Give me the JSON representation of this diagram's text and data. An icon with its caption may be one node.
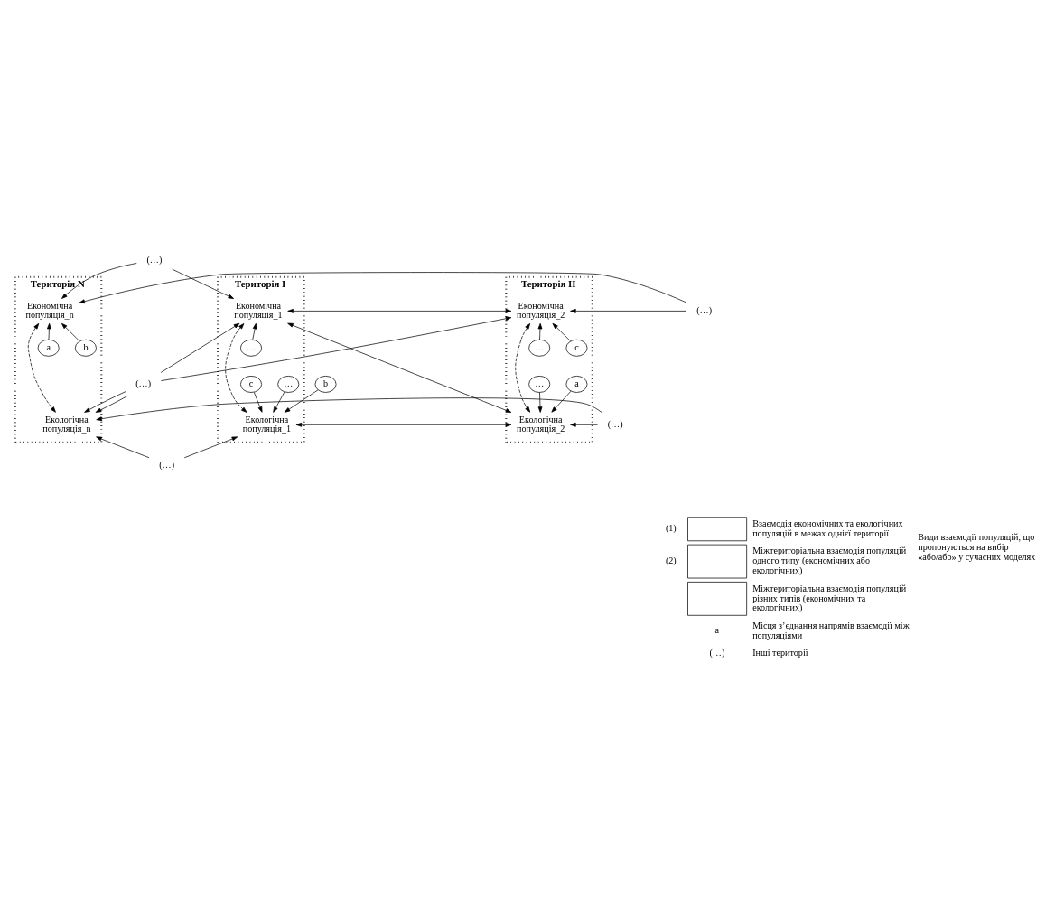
{
  "diagram": {
    "nodes": [
      {
        "text": [
          "Територія I"
        ]
      },
      {
        "text": [
          "Економічна популяція_1"
        ],
        "in": 0
      },
      {
        "text": [
          "Екологічна популяція_1"
        ],
        "in": 0
      },
      {
        "text": [
          "Територія II"
        ]
      },
      {
        "text": [
          "Економічна популяція_2"
        ],
        "in": 3
      },
      {
        "text": [
          "Екологічна популяція_2"
        ],
        "in": 3
      },
      {
        "text": [
          "Територія N"
        ]
      },
      {
        "text": [
          "Економічна популяція_n"
        ],
        "in": 6
      },
      {
        "text": [
          "Екологічна популяція_n"
        ],
        "in": 6
      },
      {
        "text": [
          "…"
        ],
        "in": 0
      },
      {
        "text": [
          "…"
        ],
        "in": 0
      },
      {
        "text": [
          "c"
        ],
        "in": 0
      },
      {
        "text": [
          "b"
        ]
      },
      {
        "text": [
          "c"
        ],
        "in": 3
      },
      {
        "text": [
          "…"
        ],
        "in": 3
      },
      {
        "text": [
          "…"
        ],
        "in": 3
      },
      {
        "text": [
          "a"
        ],
        "in": 3
      },
      {
        "text": [
          "b"
        ],
        "in": 6
      },
      {
        "text": [
          "a"
        ],
        "in": 6
      },
      {
        "text": [
          "(…)"
        ]
      },
      {
        "text": [
          "(…)"
        ]
      },
      {
        "text": [
          "(…)"
        ]
      },
      {
        "text": [
          "(…)"
        ]
      },
      {
        "text": [
          "(…)"
        ]
      }
    ],
    "edges": [
      {
        "from": 19,
        "to": 1,
        "arrow": "to"
      },
      {
        "from": 19,
        "to": 7,
        "arrow": "to"
      },
      {
        "from": 1,
        "to": 4,
        "arrow": "both"
      },
      {
        "from": 20,
        "to": 4,
        "arrow": "to"
      },
      {
        "from": 20,
        "to": 7,
        "arrow": "to"
      },
      {
        "from": 1,
        "to": 2,
        "arrow": "both",
        "style": "dashed"
      },
      {
        "from": 4,
        "to": 5,
        "arrow": "both",
        "style": "dashed"
      },
      {
        "from": 7,
        "to": 8,
        "arrow": "both",
        "style": "dashed"
      },
      {
        "from": 9,
        "to": 1,
        "arrow": "to"
      },
      {
        "from": 22,
        "to": 1,
        "arrow": "to"
      },
      {
        "from": 1,
        "to": 5,
        "arrow": "both"
      },
      {
        "from": 13,
        "to": 4,
        "arrow": "to"
      },
      {
        "from": 14,
        "to": 4,
        "arrow": "to"
      },
      {
        "from": 22,
        "to": 4,
        "arrow": "to"
      },
      {
        "from": 17,
        "to": 7,
        "arrow": "to"
      },
      {
        "from": 18,
        "to": 7,
        "arrow": "to"
      },
      {
        "from": 10,
        "to": 2,
        "arrow": "to"
      },
      {
        "from": 11,
        "to": 2,
        "arrow": "to"
      },
      {
        "from": 12,
        "to": 2,
        "arrow": "to"
      },
      {
        "from": 15,
        "to": 5,
        "arrow": "to"
      },
      {
        "from": 16,
        "to": 5,
        "arrow": "to"
      },
      {
        "from": 22,
        "to": 8,
        "arrow": "to"
      },
      {
        "from": 22,
        "to": 8,
        "arrow": "to"
      },
      {
        "from": 2,
        "to": 5,
        "arrow": "both"
      },
      {
        "from": 21,
        "to": 5,
        "arrow": "to"
      },
      {
        "from": 21,
        "to": 8,
        "arrow": "to"
      },
      {
        "from": 23,
        "to": 2,
        "arrow": "to"
      },
      {
        "from": 23,
        "to": 8,
        "arrow": "to"
      }
    ],
    "labels": [
      "(1)",
      "(2)",
      "Види взаємодії популяцій, що пропонуються на вибір «або/або» у сучасних моделях",
      "a",
      "(…)"
    ],
    "legend": [
      {
        "text": "Взаємодія економічних та екологічних популяцій в межах однієї території"
      },
      {
        "text": "Міжтериторіальна взаємодія популяцій одного типу (економічних або екологічних)"
      },
      {
        "text": "Міжтериторіальна взаємодія популяцій різних типів (економічних та екологічних)"
      },
      {
        "text": "Місця з’єднання напрямів взаємодії між популяціями"
      },
      {
        "text": "Інші території"
      }
    ]
  }
}
